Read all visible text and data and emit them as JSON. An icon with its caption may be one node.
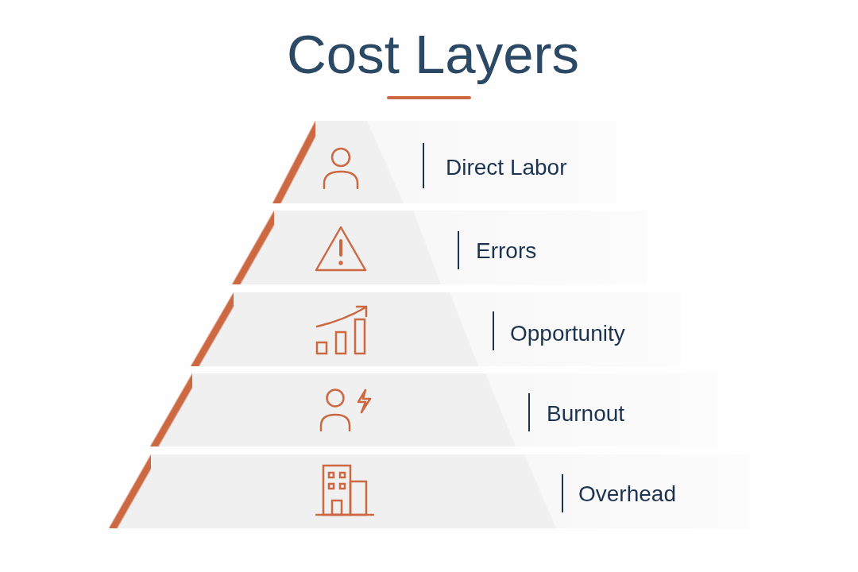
{
  "diagram": {
    "title": "Cost Layers",
    "nodes": [
      {
        "text": [
          "Direct Labor"
        ]
      },
      {
        "text": [
          "Errors"
        ]
      },
      {
        "text": [
          "Opportunity"
        ]
      },
      {
        "text": [
          "Burnout"
        ]
      },
      {
        "text": [
          "Overhead"
        ]
      }
    ]
  }
}
